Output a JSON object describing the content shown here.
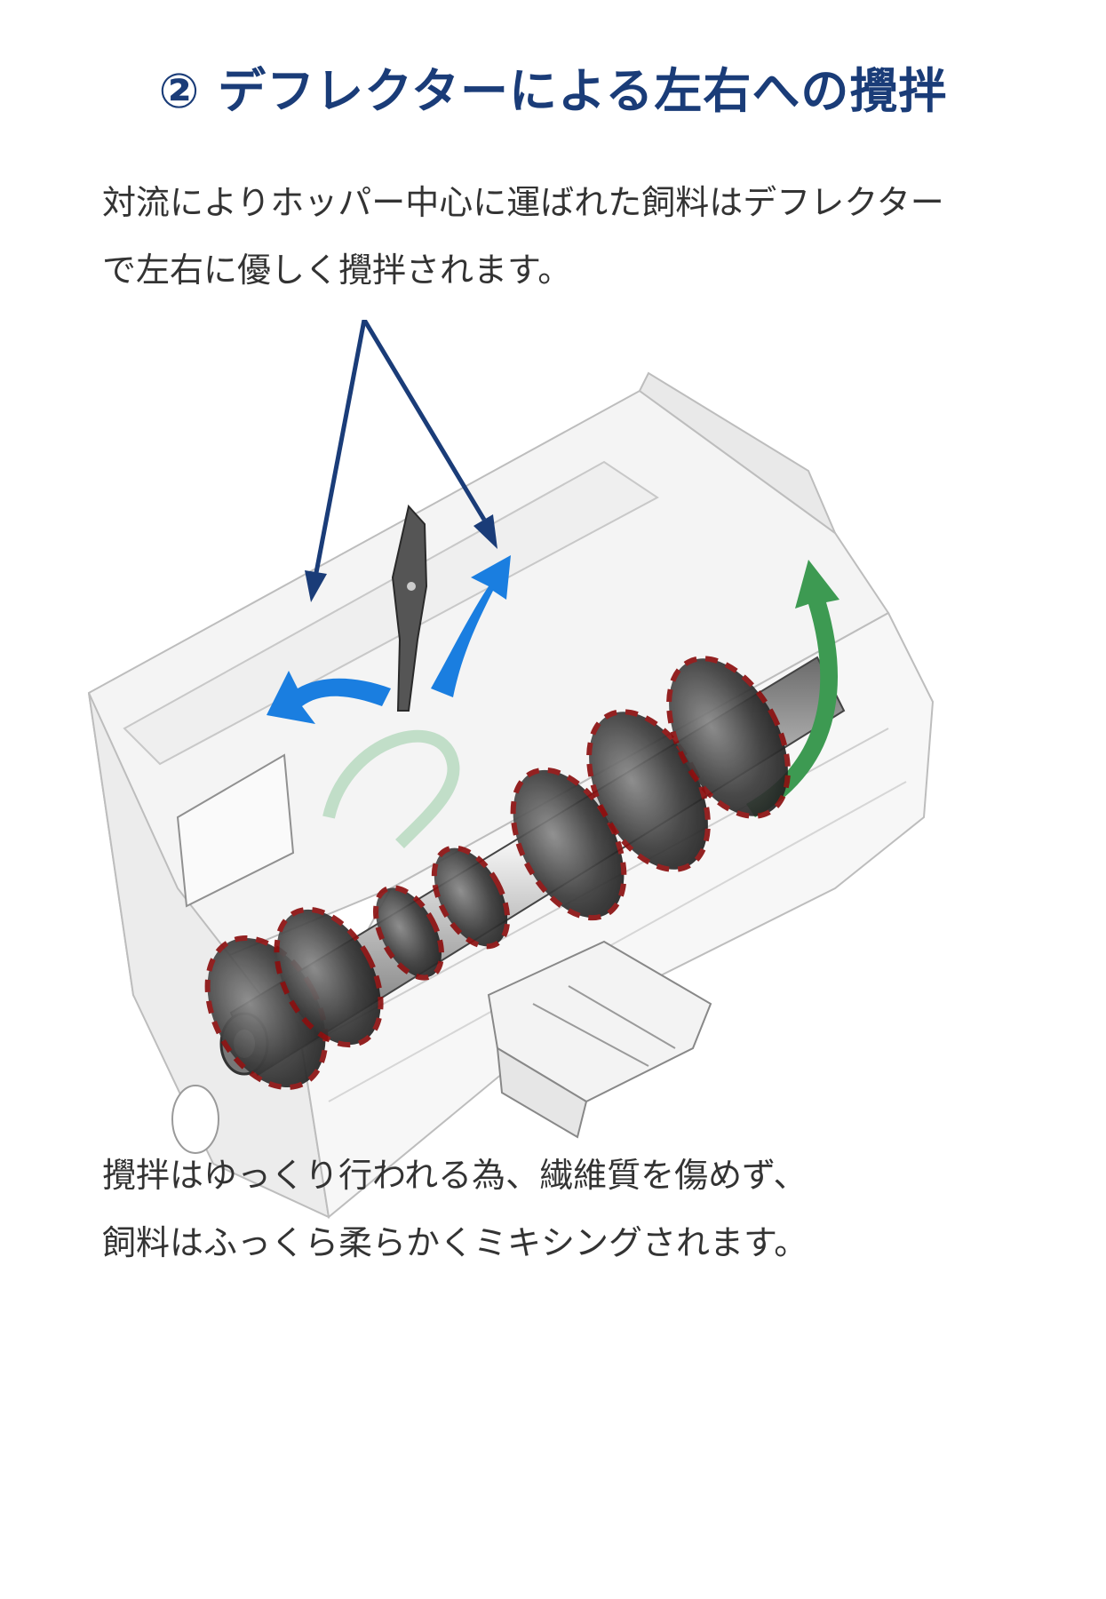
{
  "header": {
    "title": "② デフレクターによる左右への攪拌"
  },
  "intro": {
    "lines": [
      "対流によりホッパー中心に運ばれた飼料はデフレクター",
      "で左右に優しく攪拌されます。"
    ]
  },
  "outro": {
    "lines": [
      "攪拌はゆっくり行われる為、繊維質を傷めず、",
      "飼料はふっくら柔らかくミキシングされます。"
    ]
  },
  "colors": {
    "title": "#1a3c78",
    "pointer_arrows": "#1a3c78",
    "deflect_arrows": "#1a7ee0",
    "rotation_arrow": "#3d9a52",
    "auger_edge": "#8b1010"
  },
  "icons": [
    "hopper-illustration",
    "auger-screw",
    "deflector-plate",
    "pointer-arrow",
    "rotation-arrow"
  ]
}
